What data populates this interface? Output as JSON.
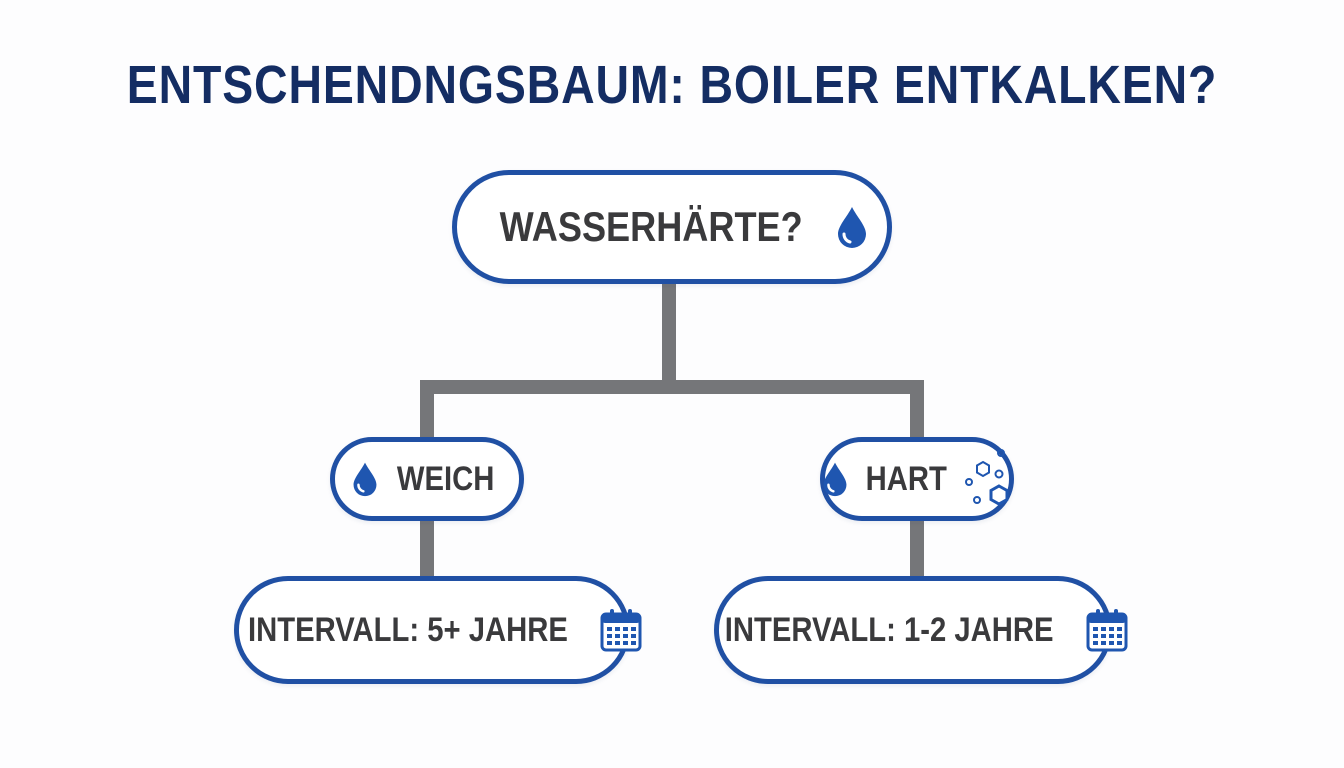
{
  "title": "ENTSCHENDNGSBAUM: BOILER ENTKALKEN?",
  "colors": {
    "title": "#142d63",
    "border": "#2050a4",
    "icon": "#1f56b0",
    "connector": "#757679",
    "text": "#3a3a3c"
  },
  "root": {
    "label": "WASSERHÄRTE?",
    "icon": "water-drop-icon"
  },
  "branches": [
    {
      "label": "WEICH",
      "icon": "water-drop-icon",
      "result": {
        "label": "INTERVALL: 5+ JAHRE",
        "icon": "calendar-icon"
      }
    },
    {
      "label": "HART",
      "icon": "water-drop-icon",
      "extra_icon": "hexagon-crystals-icon",
      "result": {
        "label": "INTERVALL: 1-2 JAHRE",
        "icon": "calendar-icon"
      }
    }
  ]
}
